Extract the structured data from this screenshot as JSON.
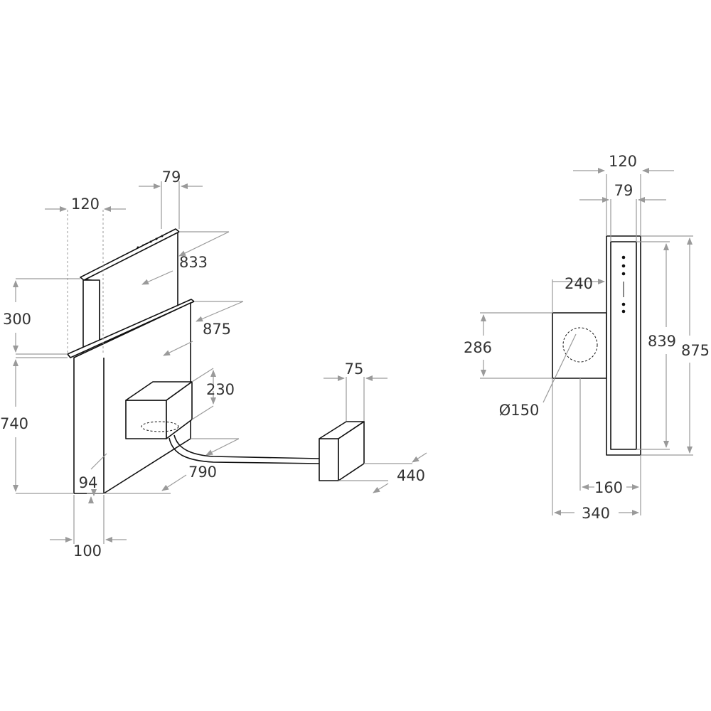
{
  "dimensions": {
    "perspective": {
      "top_width": "120",
      "glass_width": "79",
      "glass_length": "833",
      "rise_height": "300",
      "cabinet_length": "875",
      "motor_height": "230",
      "base_height": "740",
      "duct_length": "790",
      "bottom_offset": "94",
      "base_width": "100",
      "motor_depth": "75",
      "motor_length": "440"
    },
    "front": {
      "top_width": "120",
      "glass_width": "79",
      "side_depth": "240",
      "outlet_height": "286",
      "inner_height": "839",
      "total_height": "875",
      "outlet_diameter": "Ø150",
      "center_offset": "160",
      "total_depth": "340"
    }
  }
}
